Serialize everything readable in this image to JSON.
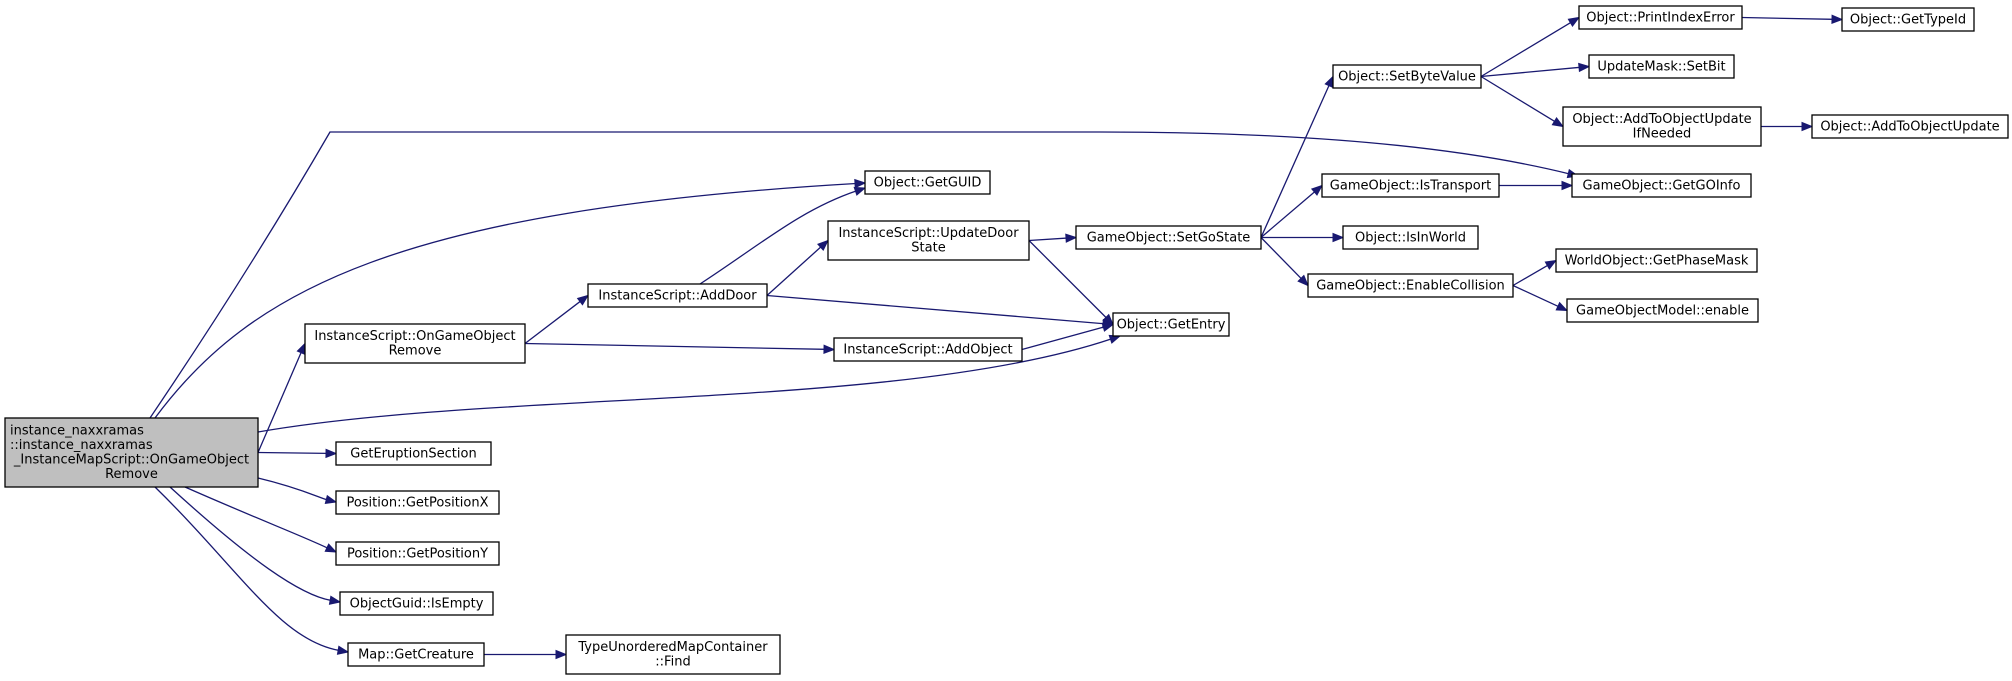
{
  "diagram": {
    "type": "call-graph",
    "colors": {
      "edge": "#191970",
      "root_fill": "#bfbfbf",
      "node_fill": "#ffffff",
      "node_border": "#000000"
    },
    "nodes": [
      {
        "id": "root",
        "lines": [
          "instance_naxxramas",
          "::instance_naxxramas",
          "_InstanceMapScript::OnGameObject",
          "Remove"
        ],
        "root": true
      },
      {
        "id": "is_ongameobjectremove",
        "lines": [
          "InstanceScript::OnGameObject",
          "Remove"
        ]
      },
      {
        "id": "getguid",
        "lines": [
          "Object::GetGUID"
        ]
      },
      {
        "id": "geteruption",
        "lines": [
          "GetEruptionSection"
        ]
      },
      {
        "id": "getposx",
        "lines": [
          "Position::GetPositionX"
        ]
      },
      {
        "id": "getposy",
        "lines": [
          "Position::GetPositionY"
        ]
      },
      {
        "id": "isempty",
        "lines": [
          "ObjectGuid::IsEmpty"
        ]
      },
      {
        "id": "getcreature",
        "lines": [
          "Map::GetCreature"
        ]
      },
      {
        "id": "find",
        "lines": [
          "TypeUnorderedMapContainer",
          "::Find"
        ]
      },
      {
        "id": "adddoor",
        "lines": [
          "InstanceScript::AddDoor"
        ]
      },
      {
        "id": "addobject",
        "lines": [
          "InstanceScript::AddObject"
        ]
      },
      {
        "id": "updatedoor",
        "lines": [
          "InstanceScript::UpdateDoor",
          "State"
        ]
      },
      {
        "id": "getentry",
        "lines": [
          "Object::GetEntry"
        ]
      },
      {
        "id": "setgostate",
        "lines": [
          "GameObject::SetGoState"
        ]
      },
      {
        "id": "setbytevalue",
        "lines": [
          "Object::SetByteValue"
        ]
      },
      {
        "id": "istransport",
        "lines": [
          "GameObject::IsTransport"
        ]
      },
      {
        "id": "isinworld",
        "lines": [
          "Object::IsInWorld"
        ]
      },
      {
        "id": "enablecollision",
        "lines": [
          "GameObject::EnableCollision"
        ]
      },
      {
        "id": "printindexerror",
        "lines": [
          "Object::PrintIndexError"
        ]
      },
      {
        "id": "gettypeid",
        "lines": [
          "Object::GetTypeId"
        ]
      },
      {
        "id": "setbit",
        "lines": [
          "UpdateMask::SetBit"
        ]
      },
      {
        "id": "addtoupdateifneeded",
        "lines": [
          "Object::AddToObjectUpdate",
          "IfNeeded"
        ]
      },
      {
        "id": "addtoupdate",
        "lines": [
          "Object::AddToObjectUpdate"
        ]
      },
      {
        "id": "getgoinfo",
        "lines": [
          "GameObject::GetGOInfo"
        ]
      },
      {
        "id": "getphasemask",
        "lines": [
          "WorldObject::GetPhaseMask"
        ]
      },
      {
        "id": "gomodelenable",
        "lines": [
          "GameObjectModel::enable"
        ]
      }
    ],
    "edges": [
      [
        "root",
        "getguid"
      ],
      [
        "root",
        "getgoinfo"
      ],
      [
        "root",
        "is_ongameobjectremove"
      ],
      [
        "root",
        "getentry"
      ],
      [
        "root",
        "geteruption"
      ],
      [
        "root",
        "getposx"
      ],
      [
        "root",
        "getposy"
      ],
      [
        "root",
        "isempty"
      ],
      [
        "root",
        "getcreature"
      ],
      [
        "is_ongameobjectremove",
        "adddoor"
      ],
      [
        "is_ongameobjectremove",
        "addobject"
      ],
      [
        "adddoor",
        "getguid"
      ],
      [
        "adddoor",
        "updatedoor"
      ],
      [
        "adddoor",
        "getentry"
      ],
      [
        "addobject",
        "getentry"
      ],
      [
        "updatedoor",
        "setgostate"
      ],
      [
        "updatedoor",
        "getentry"
      ],
      [
        "setgostate",
        "setbytevalue"
      ],
      [
        "setgostate",
        "istransport"
      ],
      [
        "setgostate",
        "isinworld"
      ],
      [
        "setgostate",
        "enablecollision"
      ],
      [
        "setbytevalue",
        "printindexerror"
      ],
      [
        "setbytevalue",
        "setbit"
      ],
      [
        "setbytevalue",
        "addtoupdateifneeded"
      ],
      [
        "printindexerror",
        "gettypeid"
      ],
      [
        "addtoupdateifneeded",
        "addtoupdate"
      ],
      [
        "istransport",
        "getgoinfo"
      ],
      [
        "enablecollision",
        "getphasemask"
      ],
      [
        "enablecollision",
        "gomodelenable"
      ],
      [
        "getcreature",
        "find"
      ]
    ]
  }
}
